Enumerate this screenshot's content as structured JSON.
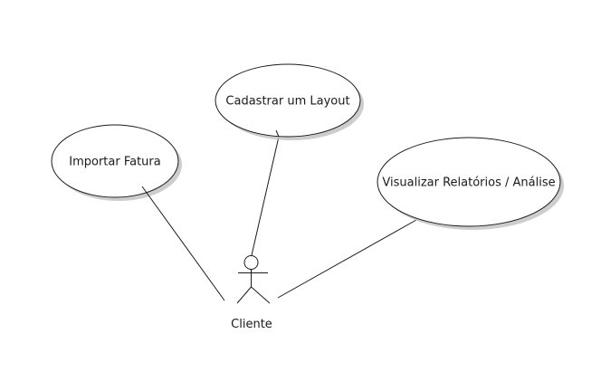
{
  "use_cases": [
    {
      "label": "Importar Fatura"
    },
    {
      "label": "Cadastrar um Layout"
    },
    {
      "label": "Visualizar Relatórios / Análise"
    }
  ],
  "actor": {
    "label": "Cliente"
  },
  "colors": {
    "background": "#ffffff",
    "shape_fill": "#ffffff",
    "stroke": "#1a1a1a",
    "shadow": "#c4c4c4",
    "text": "#1a1a1a"
  }
}
